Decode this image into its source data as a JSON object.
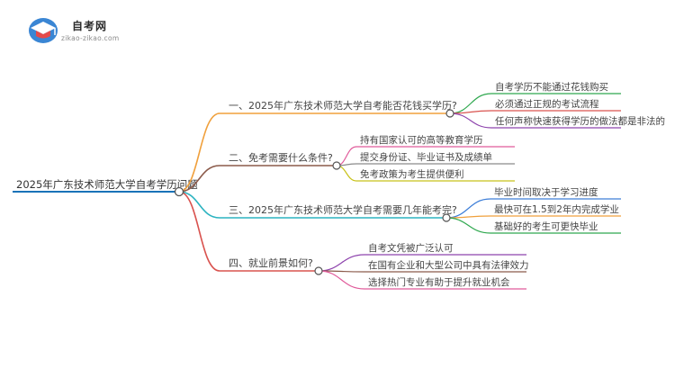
{
  "brand": {
    "site_name": "自考网",
    "site_url": "zikao-zikao.com",
    "logo_icon": "graduation-cap-icon"
  },
  "root": {
    "label": "2025年广东技术师范大学自考学历问题",
    "color": "#1a73b8"
  },
  "branches": [
    {
      "label": "一、2025年广东技术师范大学自考能否花钱买学历?",
      "color": "#f0a03c",
      "children": [
        {
          "label": "自考学历不能通过花钱购买",
          "color": "#2fa84f"
        },
        {
          "label": "必须通过正规的考试流程",
          "color": "#d9534f"
        },
        {
          "label": "任何声称快速获得学历的做法都是非法的",
          "color": "#8e44ad"
        }
      ]
    },
    {
      "label": "二、免考需要什么条件?",
      "color": "#8b5a4a",
      "children": [
        {
          "label": "持有国家认可的高等教育学历",
          "color": "#e05a9a"
        },
        {
          "label": "提交身份证、毕业证书及成绩单",
          "color": "#8a8a8a"
        },
        {
          "label": "免考政策为考生提供便利",
          "color": "#c8c21a"
        }
      ]
    },
    {
      "label": "三、2025年广东技术师范大学自考需要几年能考完?",
      "color": "#2bb3c0",
      "children": [
        {
          "label": "毕业时间取决于学习进度",
          "color": "#3d7ed8"
        },
        {
          "label": "最快可在1.5到2年内完成学业",
          "color": "#f0a03c"
        },
        {
          "label": "基础好的考生可更快毕业",
          "color": "#2fa84f"
        }
      ]
    },
    {
      "label": "四、就业前景如何?",
      "color": "#d9534f",
      "children": [
        {
          "label": "自考文凭被广泛认可",
          "color": "#8e44ad"
        },
        {
          "label": "在国有企业和大型公司中具有法律效力",
          "color": "#8b5a4a"
        },
        {
          "label": "选择热门专业有助于提升就业机会",
          "color": "#e05a9a"
        }
      ]
    }
  ]
}
